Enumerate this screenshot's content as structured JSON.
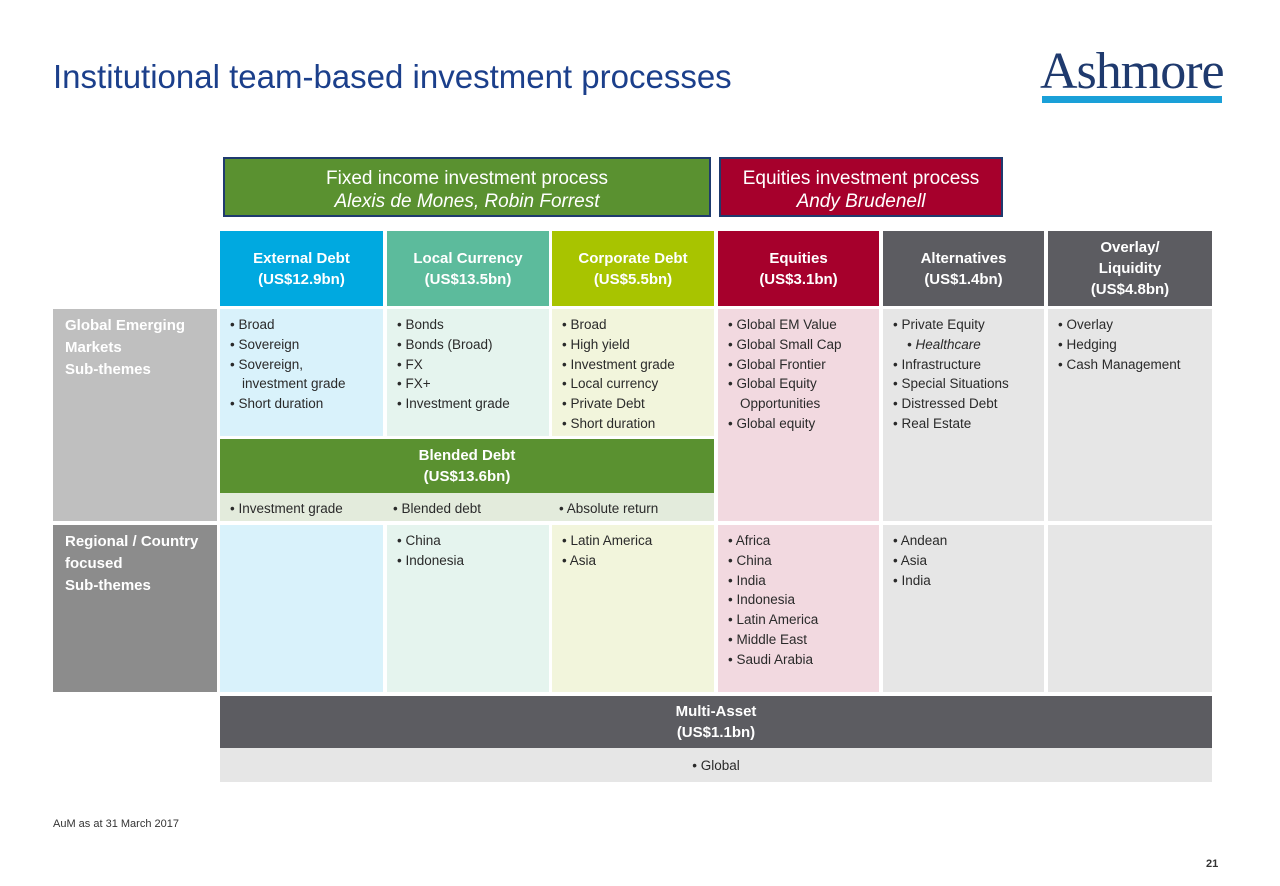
{
  "title": "Institutional team-based investment processes",
  "logo": {
    "text": "Ashmore"
  },
  "processes": {
    "fixed_income": {
      "title": "Fixed income investment process",
      "people": "Alexis de Mones, Robin Forrest"
    },
    "equities": {
      "title": "Equities investment process",
      "people": "Andy Brudenell"
    }
  },
  "columns": [
    {
      "name": "External Debt",
      "aum": "(US$12.9bn)",
      "color": "#00a9e0"
    },
    {
      "name": "Local Currency",
      "aum": "(US$13.5bn)",
      "color": "#5cbb9c"
    },
    {
      "name": "Corporate Debt",
      "aum": "(US$5.5bn)",
      "color": "#a8c400"
    },
    {
      "name": "Equities",
      "aum": "(US$3.1bn)",
      "color": "#a6002c"
    },
    {
      "name": "Alternatives",
      "aum": "(US$1.4bn)",
      "color": "#5c5c61"
    },
    {
      "name": "Overlay/",
      "name2": "Liquidity",
      "aum": "(US$4.8bn)",
      "color": "#5c5c61"
    }
  ],
  "rows": {
    "global": {
      "label": [
        "Global Emerging",
        "Markets",
        "Sub-themes"
      ],
      "cells": [
        [
          "Broad",
          "Sovereign",
          "Sovereign,",
          "investment grade",
          "Short duration"
        ],
        [
          "Bonds",
          "Bonds (Broad)",
          "FX",
          "FX+",
          "Investment grade"
        ],
        [
          "Broad",
          "High yield",
          "Investment grade",
          "Local currency",
          "Private Debt",
          "Short duration"
        ],
        [
          "Global EM Value",
          "Global Small Cap",
          "Global Frontier",
          "Global Equity",
          "Opportunities",
          "Global equity"
        ],
        [
          "Private Equity",
          "Healthcare",
          "Infrastructure",
          "Special Situations",
          "Distressed Debt",
          "Real Estate"
        ],
        [
          "Overlay",
          "Hedging",
          "Cash Management"
        ]
      ]
    },
    "blended": {
      "name": "Blended Debt",
      "aum": "(US$13.6bn)",
      "items": [
        "Investment grade",
        "Blended debt",
        "Absolute return"
      ]
    },
    "regional": {
      "label": [
        "Regional / Country",
        "focused",
        "Sub-themes"
      ],
      "cells": [
        [],
        [
          "China",
          "Indonesia"
        ],
        [
          "Latin America",
          "Asia"
        ],
        [
          "Africa",
          "China",
          "India",
          "Indonesia",
          "Latin America",
          "Middle East",
          "Saudi Arabia"
        ],
        [
          "Andean",
          "Asia",
          "India"
        ],
        []
      ]
    }
  },
  "multi_asset": {
    "name": "Multi-Asset",
    "aum": "(US$1.1bn)",
    "items": [
      "Global"
    ]
  },
  "footnote": "AuM as at 31 March 2017",
  "page_number": "21",
  "colors": {
    "title_blue": "#1b3f8b",
    "fixed_income_green": "#5a9130",
    "equities_red": "#a6002c",
    "row_label_grey": "#bfbfbf",
    "regional_label_grey": "#8c8c8c",
    "multi_asset_grey": "#5c5c61"
  }
}
